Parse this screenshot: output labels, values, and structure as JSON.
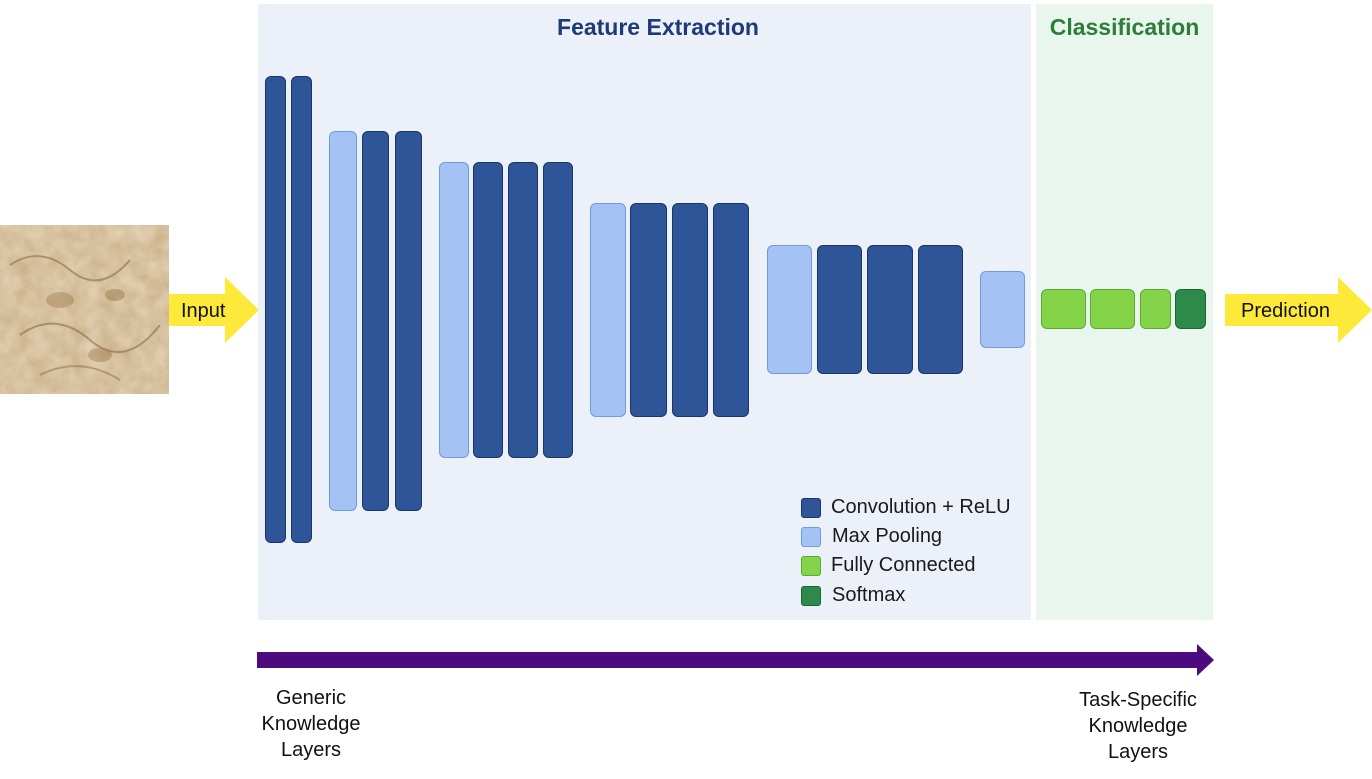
{
  "panels": {
    "feature_extraction": "Feature Extraction",
    "classification": "Classification"
  },
  "input_label": "Input",
  "prediction_label": "Prediction",
  "legend": {
    "conv": "Convolution + ReLU",
    "pool": "Max Pooling",
    "fc": "Fully Connected",
    "softmax": "Softmax"
  },
  "bottom": {
    "generic": [
      "Generic",
      "Knowledge",
      "Layers"
    ],
    "task": [
      "Task-Specific",
      "Knowledge",
      "Layers"
    ]
  },
  "colors": {
    "conv": "#2e5597",
    "pool": "#a4c2f4",
    "fc": "#84d44a",
    "softmax": "#2e8a4a",
    "arrow_yellow": "#fde93a",
    "progress_arrow": "#4b0a7e",
    "feature_panel_bg": "#ecf0f8",
    "classification_panel_bg": "#e8f6ee"
  }
}
